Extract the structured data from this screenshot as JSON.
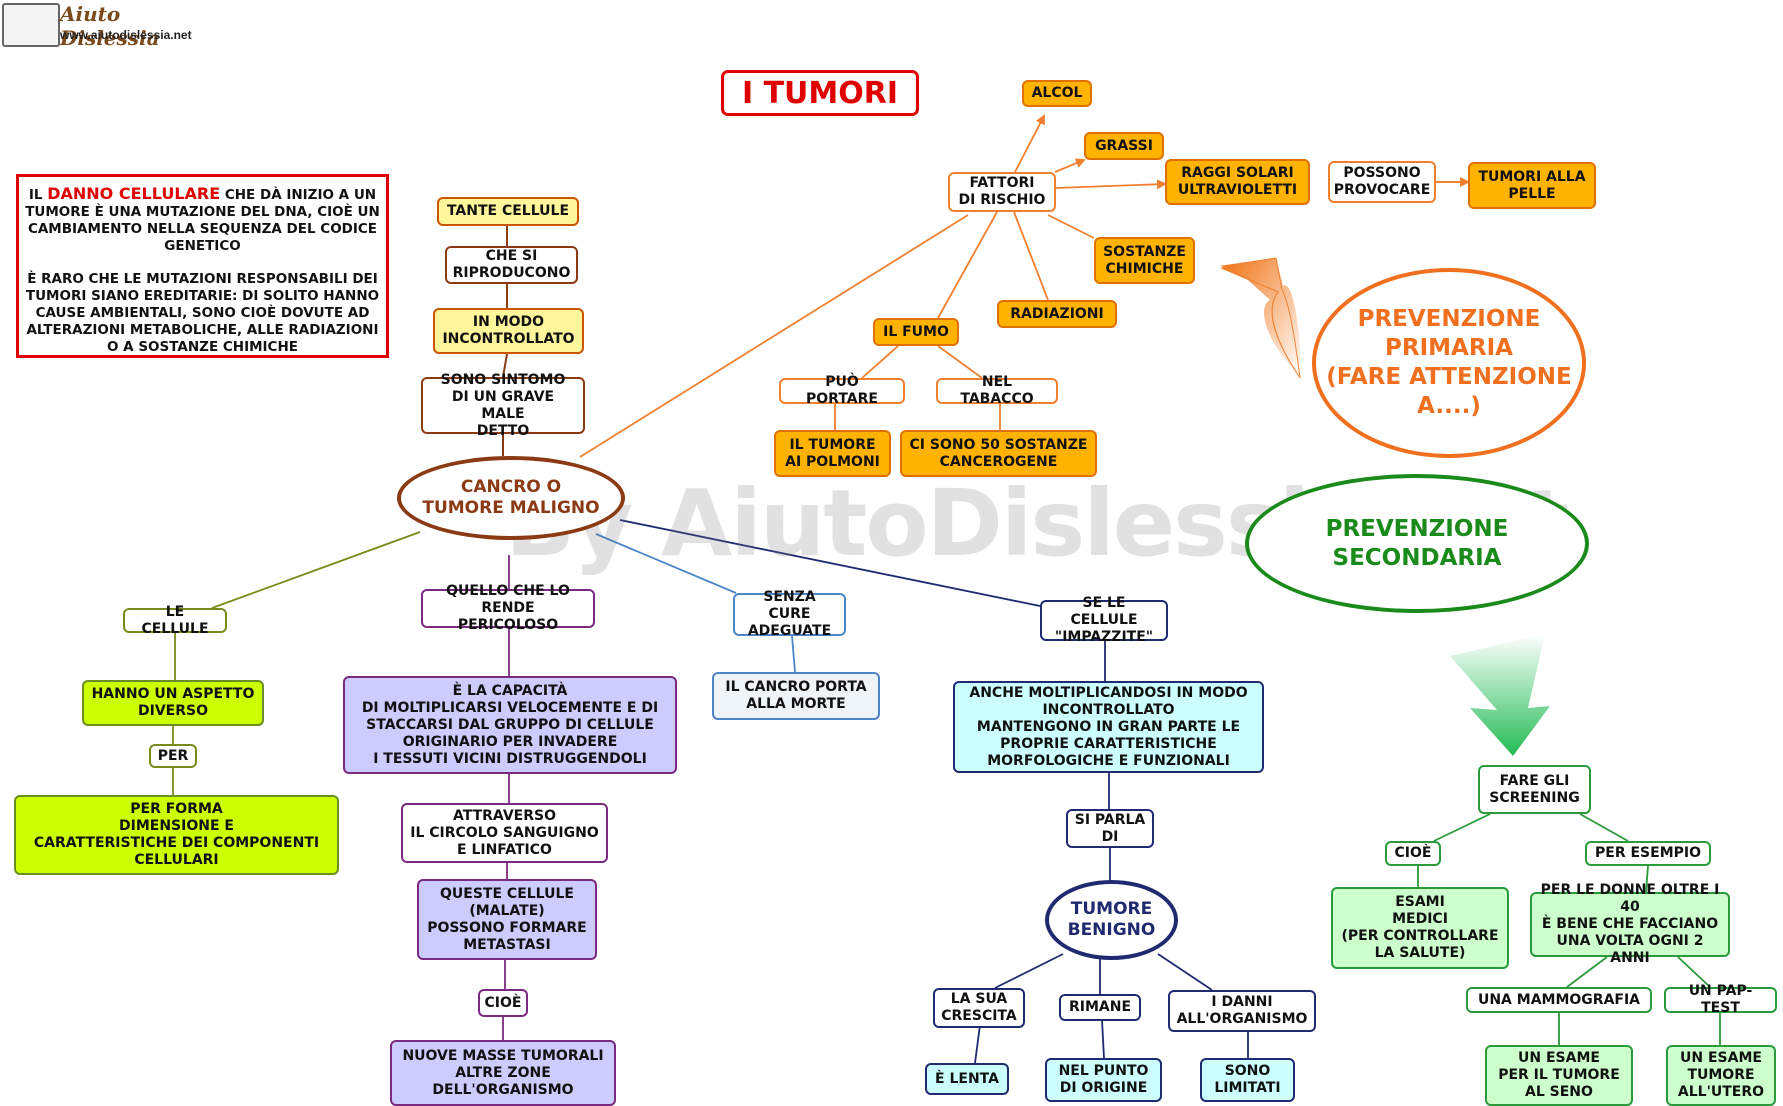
{
  "header": {
    "logo_title": "Aiuto Dislessia",
    "logo_url": "www.aiutodislessia.net"
  },
  "title": "I TUMORI",
  "intro": {
    "line1_pre": "IL ",
    "line1_highlight": "DANNO CELLULARE",
    "line1_post": " CHE DÀ INIZIO A UN TUMORE È UNA MUTAZIONE DEL DNA, CIOÈ UN CAMBIAMENTO NELLA SEQUENZA DEL CODICE GENETICO",
    "paragraph2": "È RARO CHE LE MUTAZIONI RESPONSABILI DEI TUMORI SIANO EREDITARIE: DI SOLITO HANNO CAUSE AMBIENTALI, SONO CIOÈ DOVUTE AD ALTERAZIONI METABOLICHE, ALLE RADIAZIONI O A SOSTANZE CHIMICHE"
  },
  "watermark": "By AiutoDislessia.net",
  "colors": {
    "red": "#e00000",
    "orange": "#f08030",
    "green": "#1a8a1a",
    "brown": "#8b3a14",
    "navy": "#1f2a70"
  },
  "nodes": {
    "tante_cellule": "TANTE CELLULE",
    "che_si_riproducono": "CHE SI\nRIPRODUCONO",
    "in_modo_incontrollato": "IN MODO\nINCONTROLLATO",
    "sono_sintomo": "SONO SINTOMO\nDI UN GRAVE MALE\nDETTO",
    "cancro": "CANCRO O\nTUMORE MALIGNO",
    "le_cellule": "LE CELLULE",
    "hanno_aspetto": "HANNO UN ASPETTO\nDIVERSO",
    "per": "PER",
    "per_forma": "PER FORMA\nDIMENSIONE E\nCARATTERISTICHE DEI COMPONENTI\nCELLULARI",
    "quello_pericoloso": "QUELLO CHE LO\nRENDE PERICOLOSO",
    "capacita": "È LA CAPACITÀ\nDI MOLTIPLICARSI VELOCEMENTE E DI\nSTACCARSI DAL GRUPPO DI CELLULE\nORIGINARIO PER INVADERE\nI TESSUTI VICINI DISTRUGGENDOLI",
    "attraverso": "ATTRAVERSO\nIL CIRCOLO SANGUIGNO\nE LINFATICO",
    "queste_cellule": "QUESTE CELLULE\n(MALATE)\nPOSSONO FORMARE\nMETASTASI",
    "cioe1": "CIOÈ",
    "nuove_masse": "NUOVE MASSE TUMORALI\nALTRE ZONE\nDELL'ORGANISMO",
    "senza_cure": "SENZA CURE\nADEGUATE",
    "cancro_morte": "IL CANCRO PORTA\nALLA MORTE",
    "se_cellule": "SE LE CELLULE\n\"IMPAZZITE\"",
    "anche_moltiplicandosi": "ANCHE MOLTIPLICANDOSI IN MODO\nINCONTROLLATO\nMANTENGONO IN GRAN PARTE LE\nPROPRIE CARATTERISTICHE\nMORFOLOGICHE E FUNZIONALI",
    "si_parla": "SI PARLA\nDI",
    "tumore_benigno": "TUMORE\nBENIGNO",
    "la_sua_crescita": "LA SUA\nCRESCITA",
    "rimane": "RIMANE",
    "i_danni": "I DANNI\nALL'ORGANISMO",
    "e_lenta": "È LENTA",
    "nel_punto": "NEL PUNTO\nDI ORIGINE",
    "sono_limitati": "SONO\nLIMITATI",
    "fattori": "FATTORI\nDI RISCHIO",
    "alcol": "ALCOL",
    "grassi": "GRASSI",
    "raggi": "RAGGI SOLARI\nULTRAVIOLETTI",
    "possono_provocare": "POSSONO\nPROVOCARE",
    "tumori_pelle": "TUMORI ALLA\nPELLE",
    "sostanze_chimiche": "SOSTANZE\nCHIMICHE",
    "radiazioni": "RADIAZIONI",
    "il_fumo": "IL FUMO",
    "puo_portare": "PUÒ PORTARE",
    "nel_tabacco": "NEL TABACCO",
    "tumore_polmoni": "IL TUMORE\nAI POLMONI",
    "sostanze_cancerogene": "CI SONO 50 SOSTANZE\nCANCEROGENE",
    "prevenzione_primaria": "PREVENZIONE\nPRIMARIA\n(FARE ATTENZIONE A....)",
    "prevenzione_secondaria": "PREVENZIONE\nSECONDARIA",
    "screening": "FARE GLI\nSCREENING",
    "cioe2": "CIOÈ",
    "per_esempio": "PER ESEMPIO",
    "esami_medici": "ESAMI\nMEDICI\n(PER CONTROLLARE\nLA SALUTE)",
    "donne_40": "PER LE DONNE OLTRE I 40\nÈ BENE CHE FACCIANO\nUNA VOLTA OGNI 2 ANNI",
    "mammografia": "UNA MAMMOGRAFIA",
    "pap_test": "UN PAP-TEST",
    "esame_seno": "UN ESAME\nPER IL TUMORE\nAL SENO",
    "esame_utero": "UN ESAME\nTUMORE\nALL'UTERO"
  }
}
